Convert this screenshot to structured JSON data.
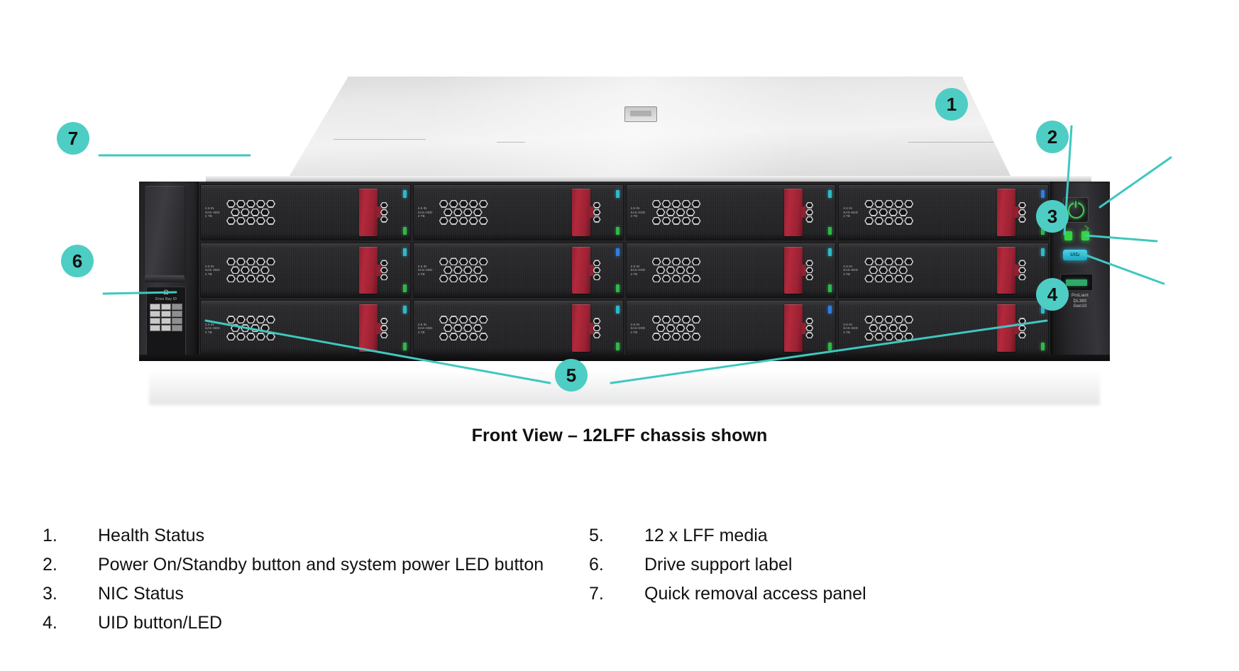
{
  "figure": {
    "caption": "Front View – 12LFF chassis shown",
    "accent_color": "#4ecdc4",
    "leader_color": "#3fc7c0",
    "chassis": {
      "latch_color": "#b3293c",
      "body_color": "#242426",
      "lid_color": "#e9e9e9",
      "drive_bay_count": 12,
      "drive_bay_rows": 3,
      "drive_bay_columns": 4
    },
    "control_panel": {
      "power_button": "power-on-standby-button",
      "health_led": "health-status-led",
      "nic_led": "nic-status-led",
      "uid_label": "UID",
      "usb_port": "usb-port",
      "model_text_line1": "ProLiant",
      "model_text_line2": "DL380",
      "model_text_line3": "Gen10"
    },
    "drive_label": {
      "symbol": "Ω",
      "text": "Drive Bay ID"
    },
    "callouts": [
      {
        "id": "1",
        "number": "1"
      },
      {
        "id": "2",
        "number": "2"
      },
      {
        "id": "3",
        "number": "3"
      },
      {
        "id": "4",
        "number": "4"
      },
      {
        "id": "5",
        "number": "5"
      },
      {
        "id": "6",
        "number": "6"
      },
      {
        "id": "7",
        "number": "7"
      }
    ]
  },
  "legend": {
    "left": [
      {
        "num": "1.",
        "label": "Health Status"
      },
      {
        "num": "2.",
        "label": "Power On/Standby button and system power LED button"
      },
      {
        "num": "3.",
        "label": "NIC Status"
      },
      {
        "num": "4.",
        "label": "UID button/LED"
      }
    ],
    "right": [
      {
        "num": "5.",
        "label": "12 x LFF media"
      },
      {
        "num": "6.",
        "label": "Drive support label"
      },
      {
        "num": "7.",
        "label": "Quick removal access panel"
      }
    ]
  }
}
